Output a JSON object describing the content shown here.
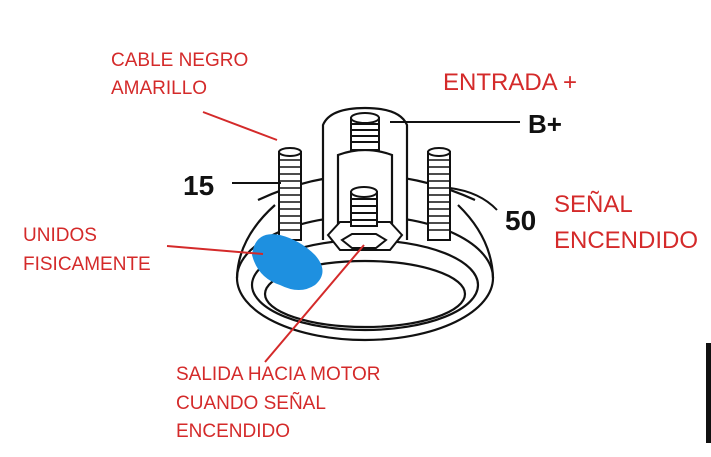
{
  "labels": {
    "cable_line1": "CABLE NEGRO",
    "cable_line2": "AMARILLO",
    "entrada": "ENTRADA +",
    "b_plus": "B+",
    "term_15": "15",
    "term_50": "50",
    "senal_line1": "SEÑAL",
    "senal_line2": "ENCENDIDO",
    "unidos_line1": "UNIDOS",
    "unidos_line2": "FISICAMENTE",
    "salida_line1": "SALIDA HACIA MOTOR",
    "salida_line2": "CUANDO SEÑAL",
    "salida_line3": "ENCENDIDO"
  },
  "colors": {
    "annotation_red": "#d42a2a",
    "highlight_blue": "#1e90e0",
    "line_black": "#111111"
  }
}
